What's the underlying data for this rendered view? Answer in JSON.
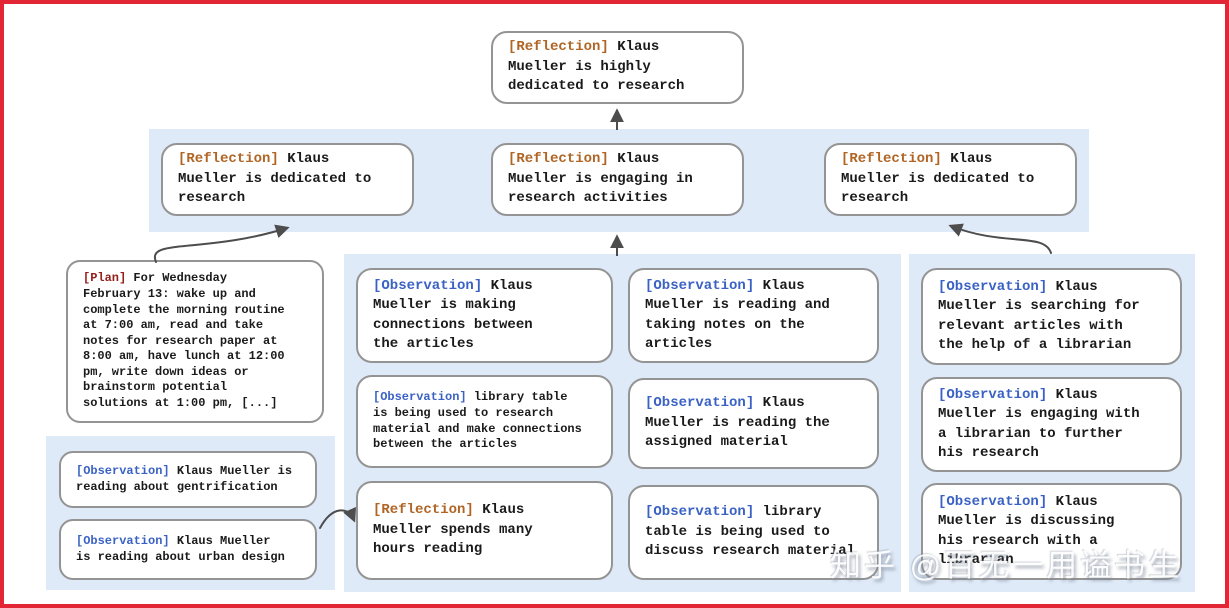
{
  "colors": {
    "frame_border": "#e32636",
    "panel_background": "#dfeaf8",
    "node_background": "#ffffff",
    "node_border": "#949494",
    "arrow": "#4d4d4d",
    "reflection_tag": "#b06524",
    "plan_tag": "#94201c",
    "observation_tag": "#3a62c4",
    "body_text": "#1a1a1a"
  },
  "watermark": "知乎 @百无一用谥书生",
  "nodes": {
    "root": {
      "tag": "[Reflection]",
      "text": "Klaus\nMueller is highly\ndedicated to research"
    },
    "ref_left": {
      "tag": "[Reflection]",
      "text": "Klaus\nMueller is dedicated to\nresearch"
    },
    "ref_mid": {
      "tag": "[Reflection]",
      "text": "Klaus\nMueller is engaging in\nresearch activities"
    },
    "ref_right": {
      "tag": "[Reflection]",
      "text": "Klaus\nMueller is dedicated to\nresearch"
    },
    "plan": {
      "tag": "[Plan]",
      "text": "For Wednesday\nFebruary 13: wake up and\ncomplete the morning routine\nat 7:00 am, read and take\nnotes for research paper at\n8:00 am, have lunch at 12:00\npm, write down ideas or\nbrainstorm potential\nsolutions at 1:00 pm, [...]"
    },
    "obs_gentrification": {
      "tag": "[Observation]",
      "text": "Klaus Mueller is\nreading about gentrification"
    },
    "obs_urban_design": {
      "tag": "[Observation]",
      "text": "Klaus Mueller\nis reading about urban design"
    },
    "obs_connections": {
      "tag": "[Observation]",
      "text": "Klaus\nMueller is making\nconnections between\nthe articles"
    },
    "obs_library_research": {
      "tag": "[Observation]",
      "text": "library table\nis being used to research\nmaterial and make connections\nbetween the articles"
    },
    "ref_hours_reading": {
      "tag": "[Reflection]",
      "text": "Klaus\nMueller spends many\nhours reading"
    },
    "obs_taking_notes": {
      "tag": "[Observation]",
      "text": "Klaus\nMueller is reading and\ntaking notes on the\narticles"
    },
    "obs_assigned_material": {
      "tag": "[Observation]",
      "text": "Klaus\nMueller is reading the\nassigned material"
    },
    "obs_library_discuss": {
      "tag": "[Observation]",
      "text": "library\ntable is being used to\ndiscuss research material"
    },
    "obs_searching_articles": {
      "tag": "[Observation]",
      "text": "Klaus\nMueller is searching for\nrelevant articles with\nthe help of a librarian"
    },
    "obs_engaging_librarian": {
      "tag": "[Observation]",
      "text": "Klaus\nMueller is engaging with\na librarian to further\nhis research"
    },
    "obs_discussing_librarian": {
      "tag": "[Observation]",
      "text": "Klaus\nMueller is discussing\nhis research with a\nlibrarian"
    }
  }
}
